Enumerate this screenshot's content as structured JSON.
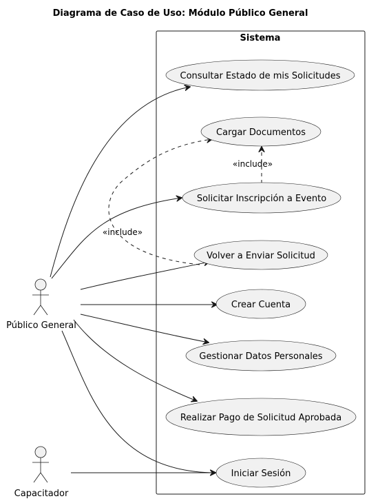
{
  "diagram": {
    "title": "Diagrama de Caso de Uso: Módulo Público General",
    "system_label": "Sistema",
    "actors": {
      "publico": "Público General",
      "capacitador": "Capacitador"
    },
    "use_cases": {
      "consultar": "Consultar Estado de mis Solicitudes",
      "cargar": "Cargar Documentos",
      "solicitar": "Solicitar Inscripción a Evento",
      "volver": "Volver a Enviar Solicitud",
      "crear": "Crear Cuenta",
      "gestionar": "Gestionar Datos Personales",
      "pago": "Realizar Pago de Solicitud Aprobada",
      "sesion": "Iniciar Sesión"
    },
    "relations": {
      "include_1": "«include»",
      "include_2": "«include»"
    }
  }
}
